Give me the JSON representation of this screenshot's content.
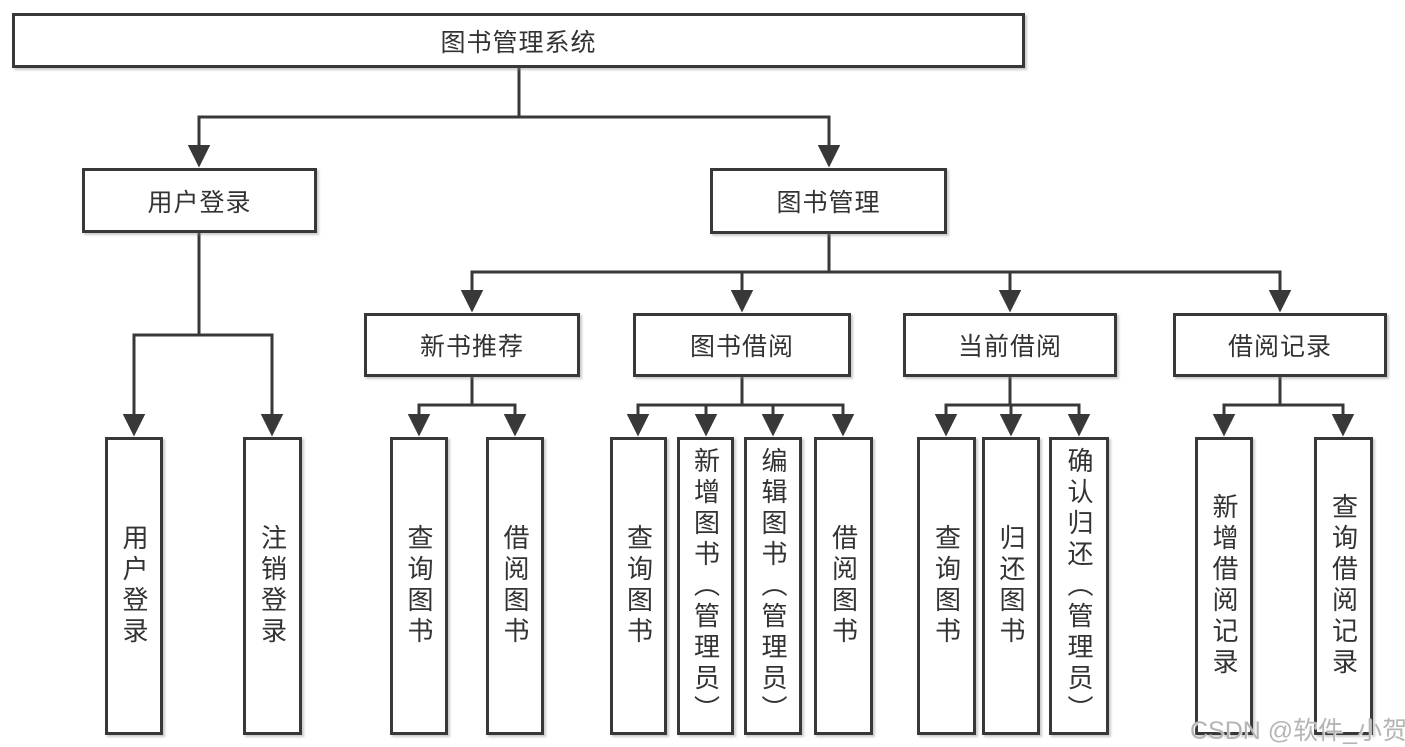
{
  "title": "图书管理系统",
  "watermark": "CSDN @软件_小贺同学",
  "colors": {
    "line": "#383838",
    "box_border": "#383838",
    "box_fill": "#ffffff",
    "text": "#333333",
    "background": "#ffffff",
    "watermark": "#b5b5b5"
  },
  "tree": {
    "label": "图书管理系统",
    "children": [
      {
        "label": "用户登录",
        "children": [
          {
            "label": "用户登录"
          },
          {
            "label": "注销登录"
          }
        ]
      },
      {
        "label": "图书管理",
        "children": [
          {
            "label": "新书推荐",
            "children": [
              {
                "label": "查询图书"
              },
              {
                "label": "借阅图书"
              }
            ]
          },
          {
            "label": "图书借阅",
            "children": [
              {
                "label": "查询图书"
              },
              {
                "label": "新增图书（管理员）"
              },
              {
                "label": "编辑图书（管理员）"
              },
              {
                "label": "借阅图书"
              }
            ]
          },
          {
            "label": "当前借阅",
            "children": [
              {
                "label": "查询图书"
              },
              {
                "label": "归还图书"
              },
              {
                "label": "确认归还（管理员）"
              }
            ]
          },
          {
            "label": "借阅记录",
            "children": [
              {
                "label": "新增借阅记录"
              },
              {
                "label": "查询借阅记录"
              }
            ]
          }
        ]
      }
    ]
  }
}
